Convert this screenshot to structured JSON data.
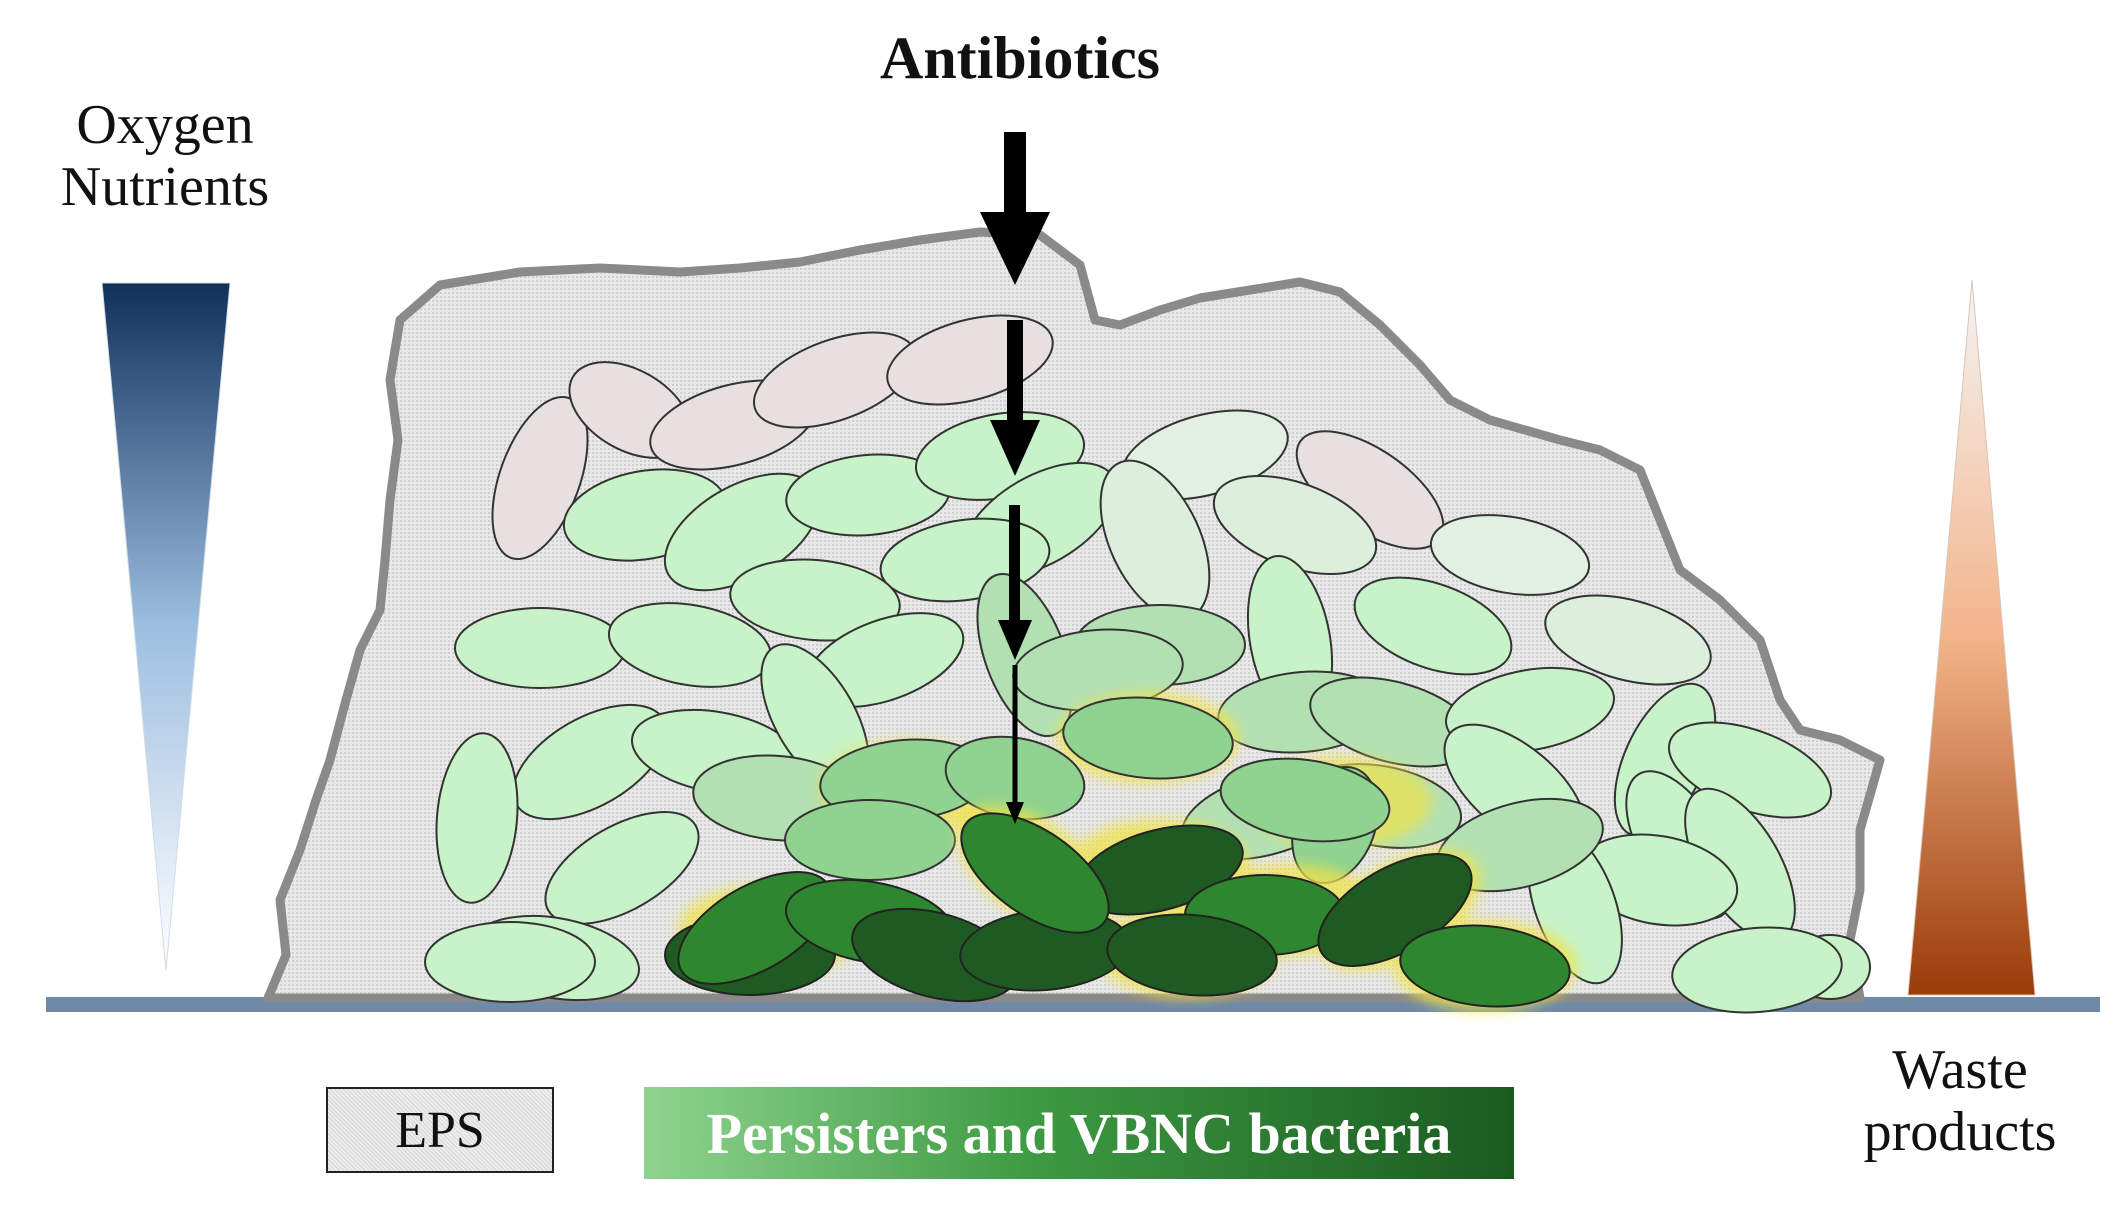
{
  "labels": {
    "antibiotics": "Antibiotics",
    "oxygen_line1": "Oxygen",
    "oxygen_line2": "Nutrients",
    "waste_line1": "Waste",
    "waste_line2": "products"
  },
  "legend": {
    "eps": "EPS",
    "persisters": "Persisters and VBNC bacteria"
  },
  "colors": {
    "substrate": "#6f8aa6",
    "oxygen_gradient_top": "#10305a",
    "oxygen_gradient_bottom": "#ffffff",
    "waste_gradient_top": "#f2f2f2",
    "waste_gradient_bottom": "#9a3b08",
    "eps_fill": "#e3e3e3",
    "eps_outline": "#8a8a8a",
    "cell_pale_pink": "#e8e0e0",
    "cell_very_light_green": "#dcefdc",
    "cell_light_green": "#c8f2c8",
    "cell_medium_green": "#b3e0b3",
    "cell_mid_green": "#90d290",
    "cell_dark_green": "#2e862e",
    "cell_darkest_green": "#1f5a22",
    "persister_glow": "#f0e34a"
  }
}
